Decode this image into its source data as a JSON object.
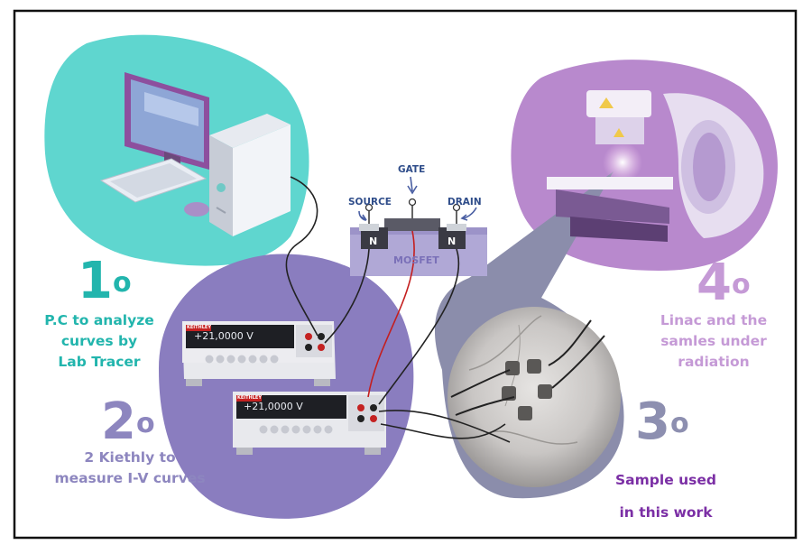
{
  "steps": {
    "s1": {
      "number": "1",
      "degree": "o",
      "text": [
        "P.C to analyze",
        "curves by",
        "Lab Tracer"
      ]
    },
    "s2": {
      "number": "2",
      "degree": "o",
      "text": [
        "2 Kiethly to",
        "measure I-V curves"
      ]
    },
    "s3": {
      "number": "3",
      "degree": "o",
      "text": [
        "Sample used",
        "in this work"
      ]
    },
    "s4": {
      "number": "4",
      "degree": "o",
      "text": [
        "Linac and the",
        "samles under",
        "radiation"
      ]
    }
  },
  "mosfet": {
    "title": "MOSFET",
    "source": "SOURCE",
    "gate": "GATE",
    "drain": "DRAIN",
    "n_left": "N",
    "n_right": "N"
  },
  "keithley": {
    "top": {
      "display": "+21,0000 V",
      "brand": "KEITHLEY"
    },
    "bottom": {
      "display": "+21,0000 V",
      "brand": "KEITHLEY"
    }
  },
  "colors": {
    "teal": "#5fd6cf",
    "purple_blob": "#8a7dbf",
    "lilac_blob": "#b889cd",
    "gray_blob": "#8b8dab",
    "step1_text": "#22b5ad",
    "step2_text": "#8d86bf",
    "step3_num": "#8d8fb0",
    "step3_text": "#7b2fa5",
    "step4_text": "#c59ad6"
  },
  "icons": [
    "computer-monitor-icon",
    "pc-tower-icon",
    "keyboard-icon",
    "mouse-icon",
    "linac-machine-icon",
    "radiation-warning-icon",
    "sample-photo-icon"
  ]
}
